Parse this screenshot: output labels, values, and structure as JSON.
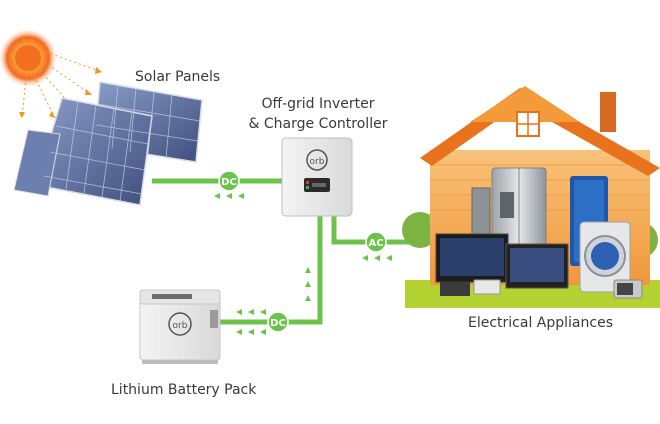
{
  "components": {
    "solar_panels": {
      "label": "Solar Panels"
    },
    "inverter": {
      "label_line1": "Off-grid Inverter",
      "label_line2": "& Charge Controller",
      "logo": "orb"
    },
    "battery": {
      "label": "Lithium Battery Pack",
      "logo": "orb"
    },
    "appliances": {
      "label": "Electrical Appliances"
    }
  },
  "connections": {
    "panels_to_inverter": "DC",
    "inverter_to_appliances": "AC",
    "inverter_to_battery": "DC"
  },
  "colors": {
    "cable": "#6cc24a",
    "cable_dark": "#4faa35",
    "badge_text": "#ffffff",
    "sun": "#f7941d",
    "house_wall": "#f6a94a",
    "roof": "#e8731c",
    "panel": "#5d6f9e",
    "lawn": "#b5d233"
  },
  "icons": [
    "sun-icon",
    "solar-panel-icon",
    "inverter-icon",
    "battery-icon",
    "house-icon",
    "appliances-icon"
  ]
}
